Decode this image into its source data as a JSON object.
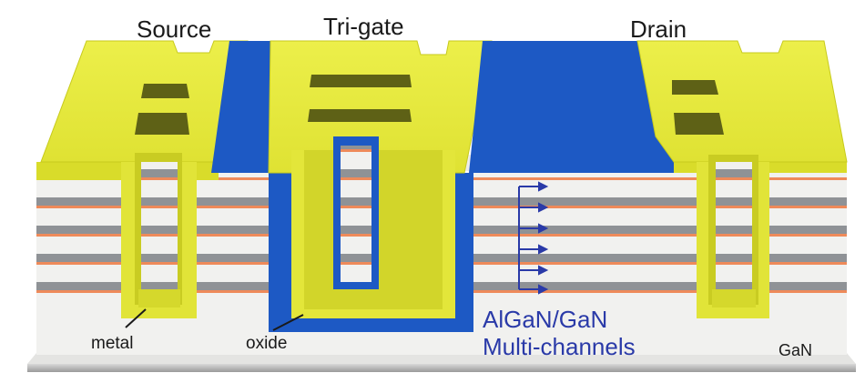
{
  "labels": {
    "source": "Source",
    "trigate": "Tri-gate",
    "drain": "Drain",
    "metal": "metal",
    "oxide": "oxide",
    "channels_line1": "AlGaN/GaN",
    "channels_line2": "Multi-channels",
    "gan": "GaN"
  },
  "colors": {
    "metal": "#e6ea3c",
    "metal_side": "#c9cc1e",
    "oxide": "#1d59c4",
    "oxide_dark": "#123f92",
    "gan": "#f1f1ef",
    "stripe_gray": "#8f9296",
    "stripe_orange": "#ee8a5a",
    "label_blue": "#2a3aa8",
    "text": "#1a1a1a"
  }
}
